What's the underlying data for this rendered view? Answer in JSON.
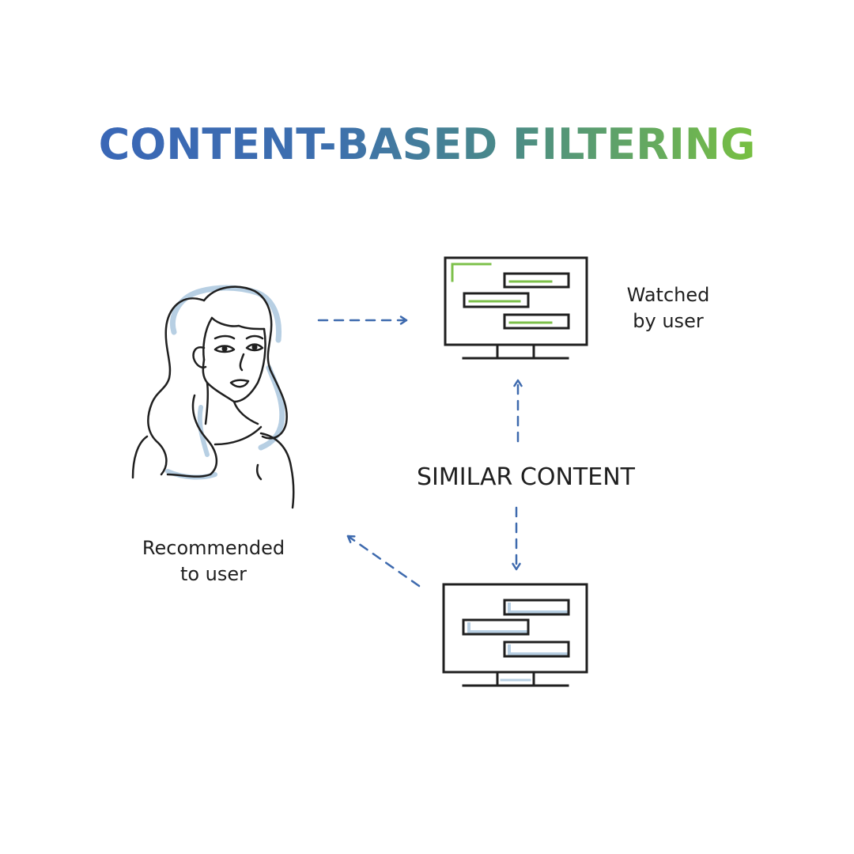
{
  "title": "CONTENT-BASED FILTERING",
  "labels": {
    "watched_line1": "Watched",
    "watched_line2": "by user",
    "recommended_line1": "Recommended",
    "recommended_line2": "to user",
    "similar": "SIMILAR CONTENT"
  },
  "colors": {
    "title_blue": "#3a67b6",
    "title_green": "#78c042",
    "arrow": "#3e6aae",
    "outline": "#1f1f1f",
    "accent_green": "#7cc04a",
    "accent_blue": "#b7cfe3"
  },
  "icons": {
    "user": "woman-user-icon",
    "watched": "monitor-watched-icon",
    "recommended": "monitor-recommended-icon"
  }
}
